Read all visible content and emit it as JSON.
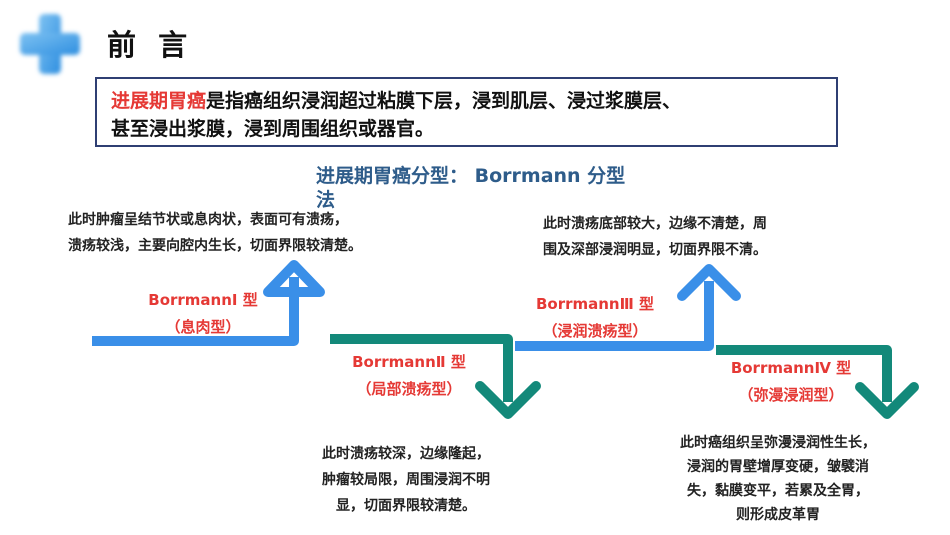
{
  "header": {
    "title": "前 言"
  },
  "definition": {
    "highlight": "进展期胃癌",
    "line1_rest": "是指癌组织浸润超过粘膜下层，浸到肌层、浸过浆膜层、",
    "line2": "甚至浸出浆膜，浸到周围组织或器官。"
  },
  "subtitle": {
    "line1": "进展期胃癌分型： Borrmann 分型",
    "line2": "法"
  },
  "types": [
    {
      "name": "BorrmannⅠ 型",
      "subname": "（息肉型）",
      "description": [
        "此时肿瘤呈结节状或息肉状，表面可有溃疡，",
        "溃疡较浅，主要向腔内生长，切面界限较清楚。"
      ]
    },
    {
      "name": "BorrmannⅡ 型",
      "subname": "（局部溃疡型）",
      "description": [
        "此时溃疡较深，边缘隆起，",
        "肿瘤较局限，周围浸润不明",
        "显，切面界限较清楚。"
      ]
    },
    {
      "name": "BorrmannⅢ 型",
      "subname": "（浸润溃疡型）",
      "description": [
        "此时溃疡底部较大，边缘不清楚，周",
        "围及深部浸润明显，切面界限不清。"
      ]
    },
    {
      "name": "BorrmannⅣ 型",
      "subname": "（弥漫浸润型）",
      "description": [
        "此时癌组织呈弥漫浸润性生长，",
        "浸润的胃壁增厚变硬，皱襞消",
        "失，黏膜变平，若累及全胃，",
        "则形成皮革胃"
      ]
    }
  ],
  "colors": {
    "blue_arrow": "#3a8fe8",
    "teal_arrow": "#13897a",
    "accent_red": "#e53935",
    "subtitle_blue": "#2e5c8a",
    "box_border": "#2f3f73"
  }
}
